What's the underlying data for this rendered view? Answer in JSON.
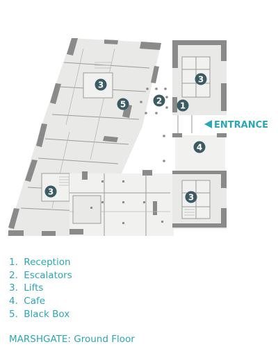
{
  "map": {
    "entrance_label": "ENTRANCE",
    "markers": [
      {
        "label": "3"
      },
      {
        "label": "5"
      },
      {
        "label": "2"
      },
      {
        "label": "1"
      },
      {
        "label": "3"
      },
      {
        "label": "4"
      },
      {
        "label": "3"
      },
      {
        "label": "3"
      }
    ]
  },
  "legend": [
    {
      "number": "1.",
      "label": "Reception"
    },
    {
      "number": "2.",
      "label": "Escalators"
    },
    {
      "number": "3.",
      "label": "Lifts"
    },
    {
      "number": "4.",
      "label": "Cafe"
    },
    {
      "number": "5.",
      "label": "Black Box"
    }
  ],
  "caption": "MARSHGATE: Ground Floor",
  "colors": {
    "accent": "#2aa7b5",
    "marker": "#3b5a64",
    "wall": "#8a8a8a",
    "floor": "#e9e9e7"
  }
}
